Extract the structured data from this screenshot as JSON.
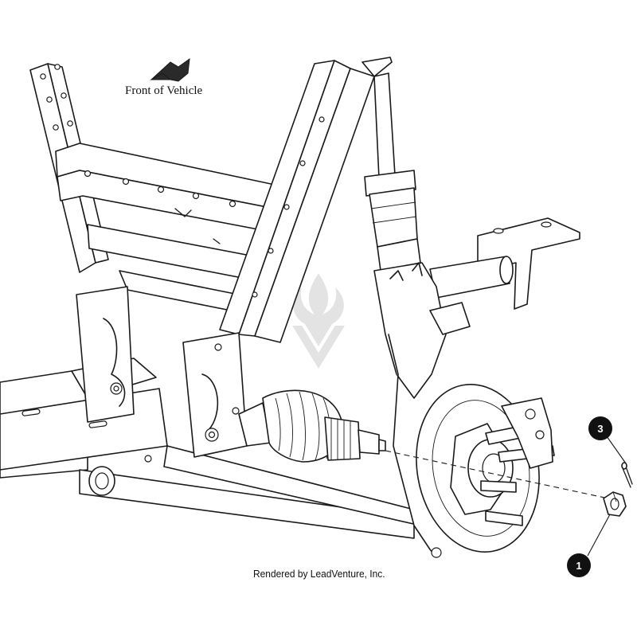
{
  "diagram": {
    "orientation_label": "Front of Vehicle",
    "credit": "Rendered by LeadVenture, Inc.",
    "callouts": [
      {
        "number": "1",
        "part": "hub-nut"
      },
      {
        "number": "3",
        "part": "cotter-pin"
      }
    ],
    "watermark": "LEADVENTURE",
    "line_color": "#1a1a1a",
    "callout_color": "#111111"
  }
}
